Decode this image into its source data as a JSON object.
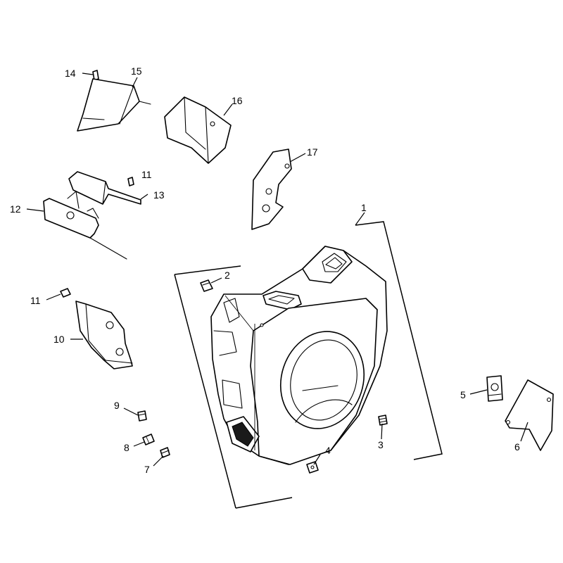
{
  "labels": {
    "l1": "1",
    "l2": "2",
    "l3": "3",
    "l4": "4",
    "l5": "5",
    "l6": "6",
    "l7": "7",
    "l8": "8",
    "l9": "9",
    "l10": "10",
    "l11a": "11",
    "l11b": "11",
    "l12": "12",
    "l13": "13",
    "l14": "14",
    "l15": "15",
    "l16": "16",
    "l17": "17"
  }
}
